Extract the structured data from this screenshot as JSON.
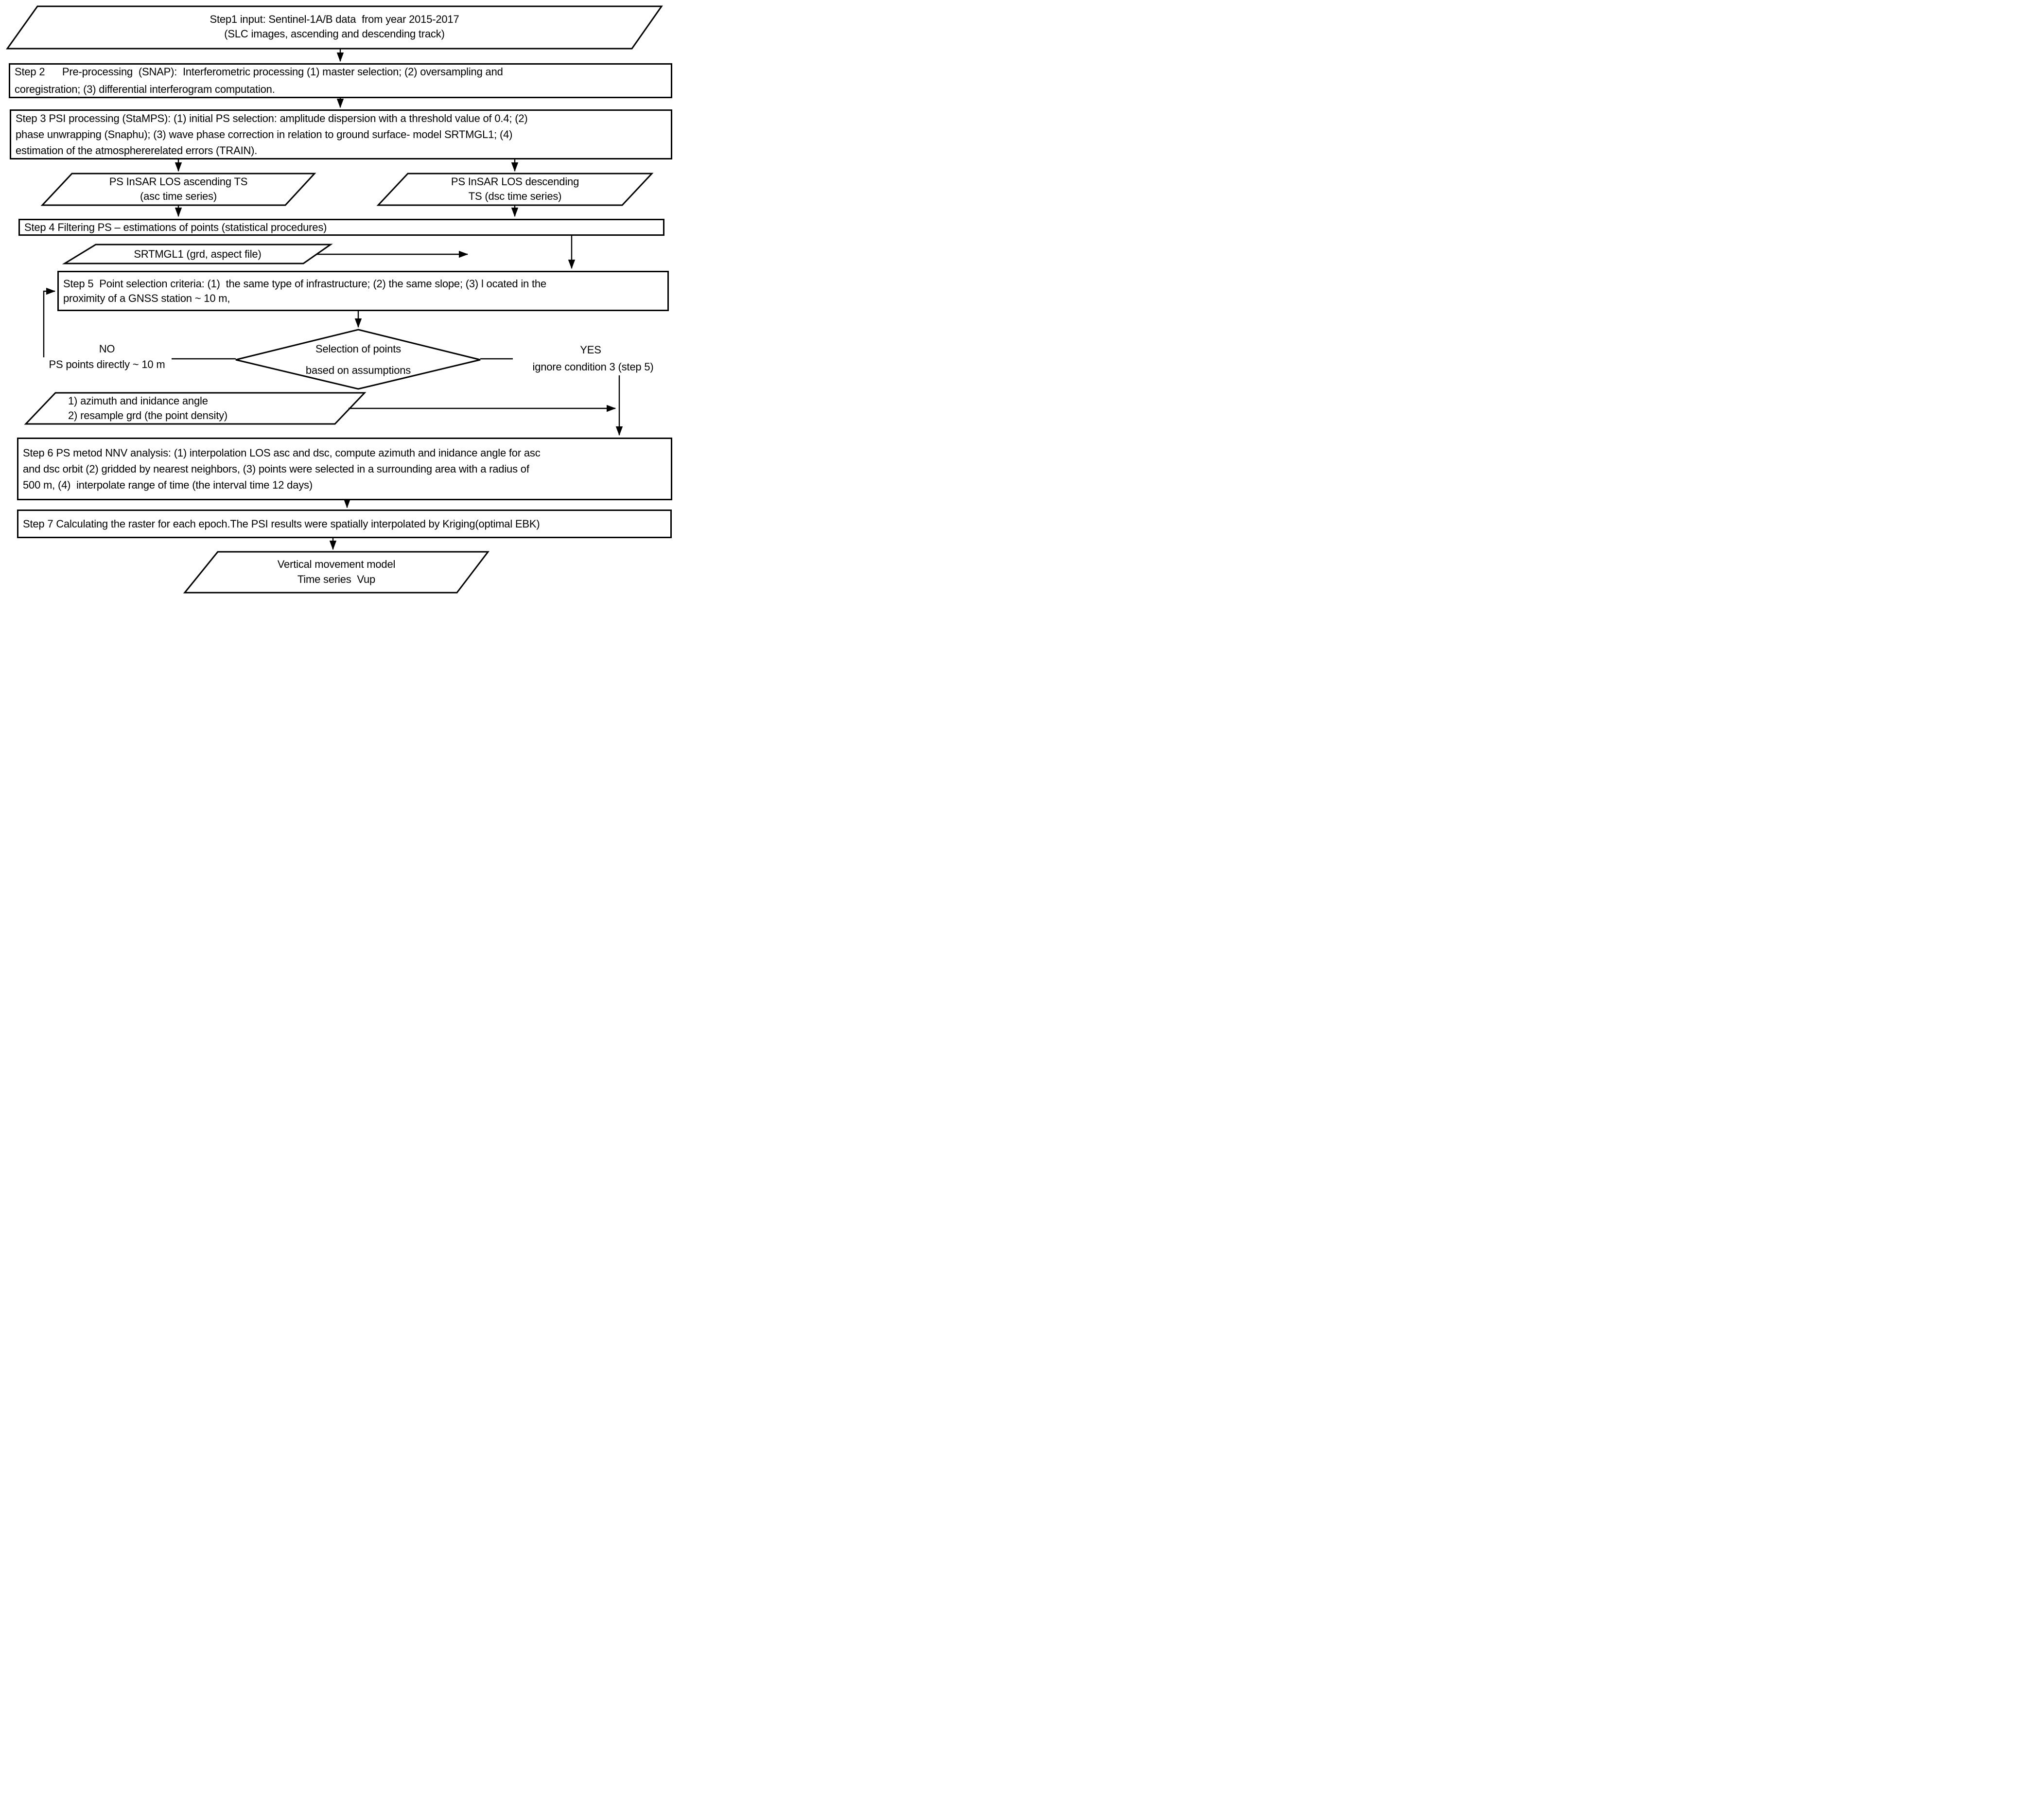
{
  "diagram": {
    "colors": {
      "background": "#ffffff",
      "line": "#000000",
      "text": "#000000"
    },
    "nodes": {
      "step1_input": {
        "type": "parallelogram",
        "text": "Step1 input: Sentinel-1A/B data  from year 2015-2017\n(SLC images, ascending and descending track)"
      },
      "step2_preprocessing": {
        "type": "process",
        "text": "Step 2      Pre-processing  (SNAP):  Interferometric processing (1) master selection; (2) oversampling and\ncoregistration; (3) differential interferogram computation."
      },
      "step3_psi": {
        "type": "process",
        "text": "Step 3 PSI processing (StaMPS): (1) initial PS selection: amplitude dispersion with a threshold value of 0.4; (2)\nphase unwrapping (Snaphu); (3) wave phase correction in relation to ground surface- model SRTMGL1; (4)\nestimation of the atmosphererelated errors (TRAIN)."
      },
      "asc_timeseries": {
        "type": "parallelogram",
        "text": "PS InSAR LOS ascending TS\n(asc time series)"
      },
      "dsc_timeseries": {
        "type": "parallelogram",
        "text": "PS InSAR LOS descending\nTS (dsc time series)"
      },
      "step4_filtering": {
        "type": "process",
        "text": "Step 4 Filtering PS – estimations of points (statistical procedures)"
      },
      "srtmgl1_file": {
        "type": "parallelogram",
        "text": "SRTMGL1 (grd, aspect file)"
      },
      "step5_criteria": {
        "type": "process",
        "text": "Step 5  Point selection criteria: (1)  the same type of infrastructure; (2) the same slope; (3) l ocated in the\nproximity of a GNSS station ~ 10 m,"
      },
      "decision_selection": {
        "type": "diamond",
        "text": "Selection of points\nbased on assumptions"
      },
      "no_branch": {
        "label": "NO",
        "node_text": "PS points directly ~ 10 m"
      },
      "yes_branch": {
        "label": "YES",
        "node_text": "ignore condition 3 (step 5)"
      },
      "azimuth_resample": {
        "type": "parallelogram",
        "text": "1) azimuth and inidance angle\n2) resample grd (the point density)"
      },
      "step6_nnv": {
        "type": "process",
        "text": "Step 6 PS metod NNV analysis: (1) interpolation LOS asc and dsc, compute azimuth and inidance angle for asc\nand dsc orbit (2) gridded by nearest neighbors, (3) points were selected in a surrounding area with a radius of\n500 m, (4)  interpolate range of time (the interval time 12 days)"
      },
      "step7_kriging": {
        "type": "process",
        "text": "Step 7 Calculating the raster for each epoch.The PSI results were spatially interpolated by Kriging(optimal EBK)"
      },
      "output_vertical_model": {
        "type": "parallelogram",
        "text": "Vertical movement model\nTime series  Vup"
      }
    }
  }
}
